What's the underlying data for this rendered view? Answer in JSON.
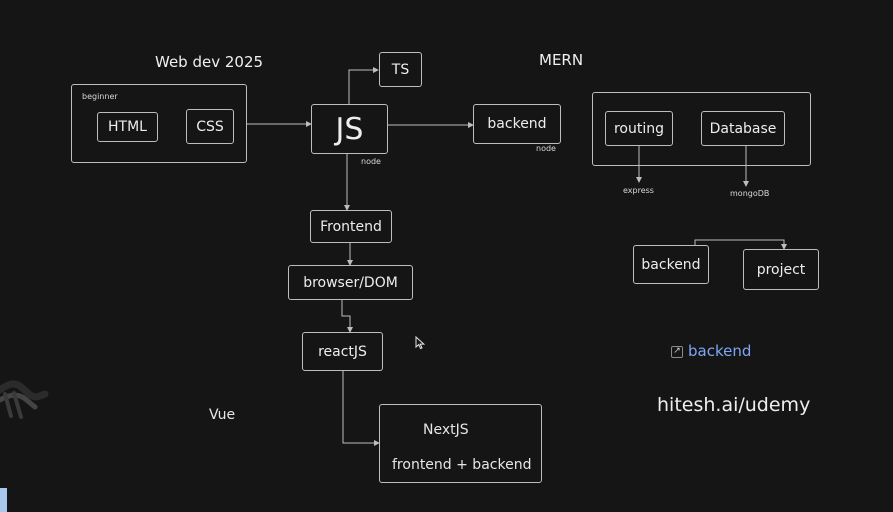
{
  "title": "Web dev 2025",
  "mern_title": "MERN",
  "beginner_label": "beginner",
  "boxes": {
    "html": "HTML",
    "css": "CSS",
    "js": "JS",
    "ts": "TS",
    "backend_main": "backend",
    "frontend": "Frontend",
    "browser_dom": "browser/DOM",
    "reactjs": "reactJS",
    "nextjs": "NextJS",
    "nextjs_sub": "frontend + backend",
    "routing": "routing",
    "database": "Database",
    "backend_right": "backend",
    "project": "project"
  },
  "annotations": {
    "js_node": "node",
    "backend_node": "node",
    "express": "express",
    "mongodb": "mongoDB"
  },
  "vue": "Vue",
  "link": {
    "icon": "external-link-icon",
    "label": "backend",
    "color": "#7ea6f5"
  },
  "url": "hitesh.ai/udemy",
  "colors": {
    "background": "#151515",
    "stroke": "#bdbdbd",
    "text": "#ededed",
    "link": "#7ea6f5"
  }
}
